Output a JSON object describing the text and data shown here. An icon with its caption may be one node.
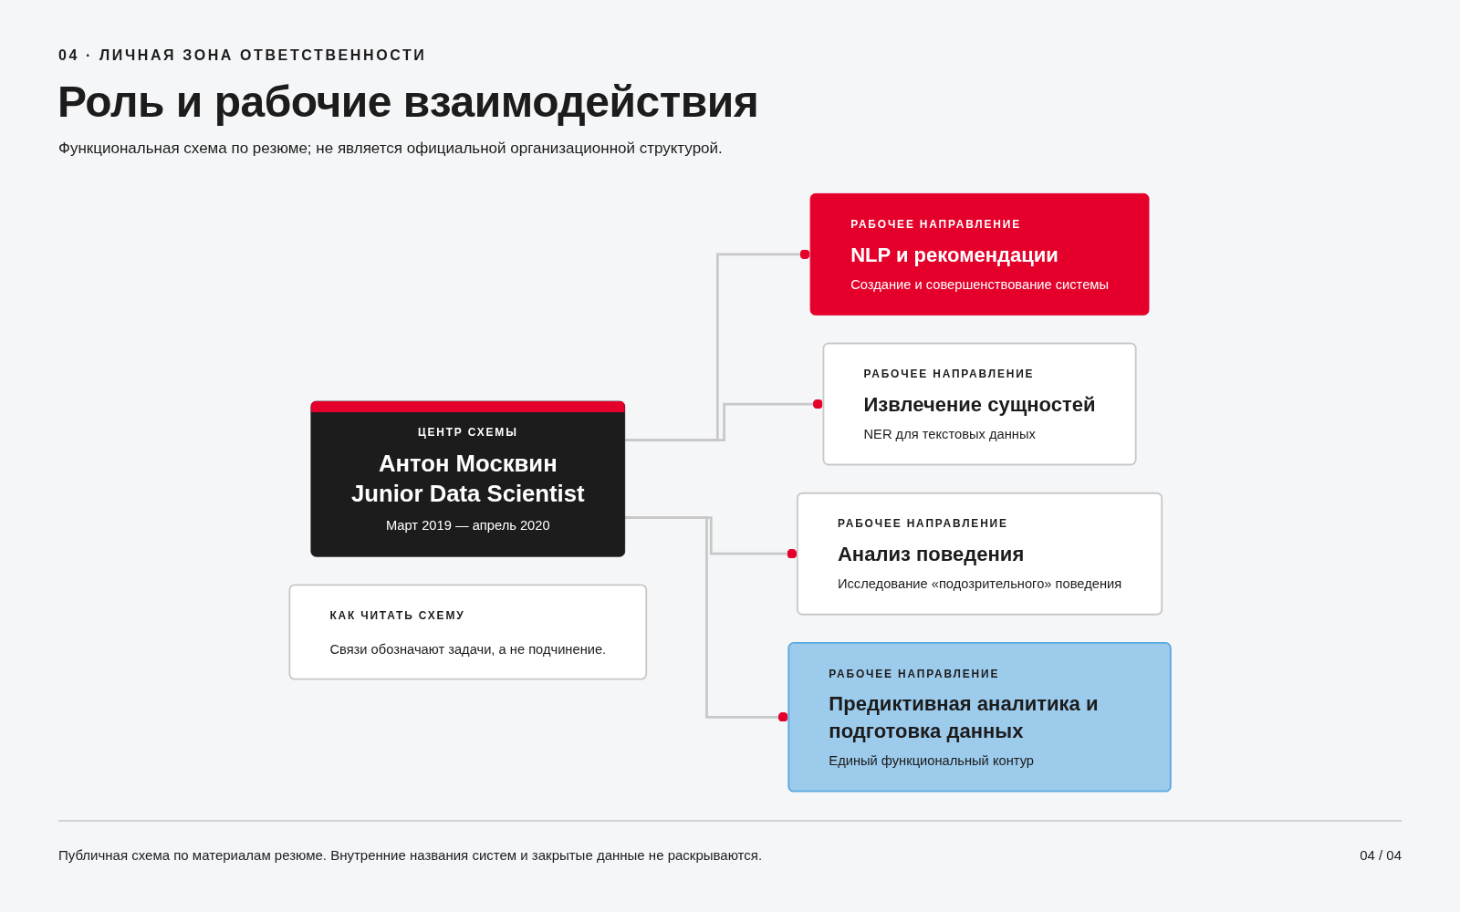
{
  "diagram": {
    "title": "Роль и рабочие взаимодействия",
    "caption": "Публичная схема по материалам резюме. Внутренние названия систем и закрытые данные не раскрываются.",
    "nodes": [
      {
        "text": [
          "РАБОЧЕЕ НАПРАВЛЕНИЕ",
          "NLP и рекомендации",
          "Создание и совершенствование системы"
        ]
      },
      {
        "text": [
          "РАБОЧЕЕ НАПРАВЛЕНИЕ",
          "Извлечение сущностей",
          "NER для текстовых данных"
        ]
      },
      {
        "text": [
          "ЦЕНТР СХЕМЫ",
          "Антон Москвин",
          "Junior Data Scientist",
          "Март 2019 — апрель 2020"
        ]
      },
      {
        "text": [
          "РАБОЧЕЕ НАПРАВЛЕНИЕ",
          "Анализ поведения",
          "Исследование «подозрительного» поведения"
        ]
      },
      {
        "text": [
          "КАК ЧИТАТЬ СХЕМУ",
          "Связи обозначают задачи, а не подчинение."
        ]
      },
      {
        "text": [
          "РАБОЧЕЕ НАПРАВЛЕНИЕ",
          "Предиктивная аналитика и подготовка данных",
          "Единый функциональный контур"
        ]
      }
    ],
    "edges": [
      {
        "from": 2,
        "to": 0,
        "arrow": "other"
      },
      {
        "from": 2,
        "to": 1,
        "arrow": "other"
      },
      {
        "from": 2,
        "to": 3,
        "arrow": "other"
      },
      {
        "from": 2,
        "to": 5,
        "arrow": "other"
      }
    ],
    "labels": [
      "04 · ЛИЧНАЯ ЗОНА ОТВЕТСТВЕННОСТИ",
      "Функциональная схема по резюме; не является официальной организационной структурой.",
      "04 / 04"
    ]
  }
}
